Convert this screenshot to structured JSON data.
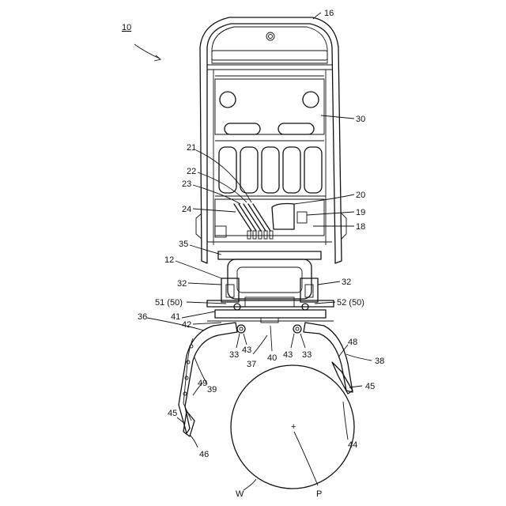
{
  "labels": {
    "l10": "10",
    "l16": "16",
    "l30": "30",
    "l21": "21",
    "l22": "22",
    "l23": "23",
    "l24": "24",
    "l20": "20",
    "l19": "19",
    "l18": "18",
    "l35": "35",
    "l12": "12",
    "l32a": "32",
    "l32b": "32",
    "l51": "51 (50)",
    "l52": "52 (50)",
    "l36": "36",
    "l41": "41",
    "l42": "42",
    "l33a": "33",
    "l43a": "43",
    "l37": "37",
    "l40": "40",
    "l43b": "43",
    "l33b": "33",
    "l48": "48",
    "l38": "38",
    "l39": "39",
    "l49": "49",
    "l45a": "45",
    "l45b": "45",
    "l46": "46",
    "l44": "44",
    "lW": "W",
    "lP": "P"
  }
}
